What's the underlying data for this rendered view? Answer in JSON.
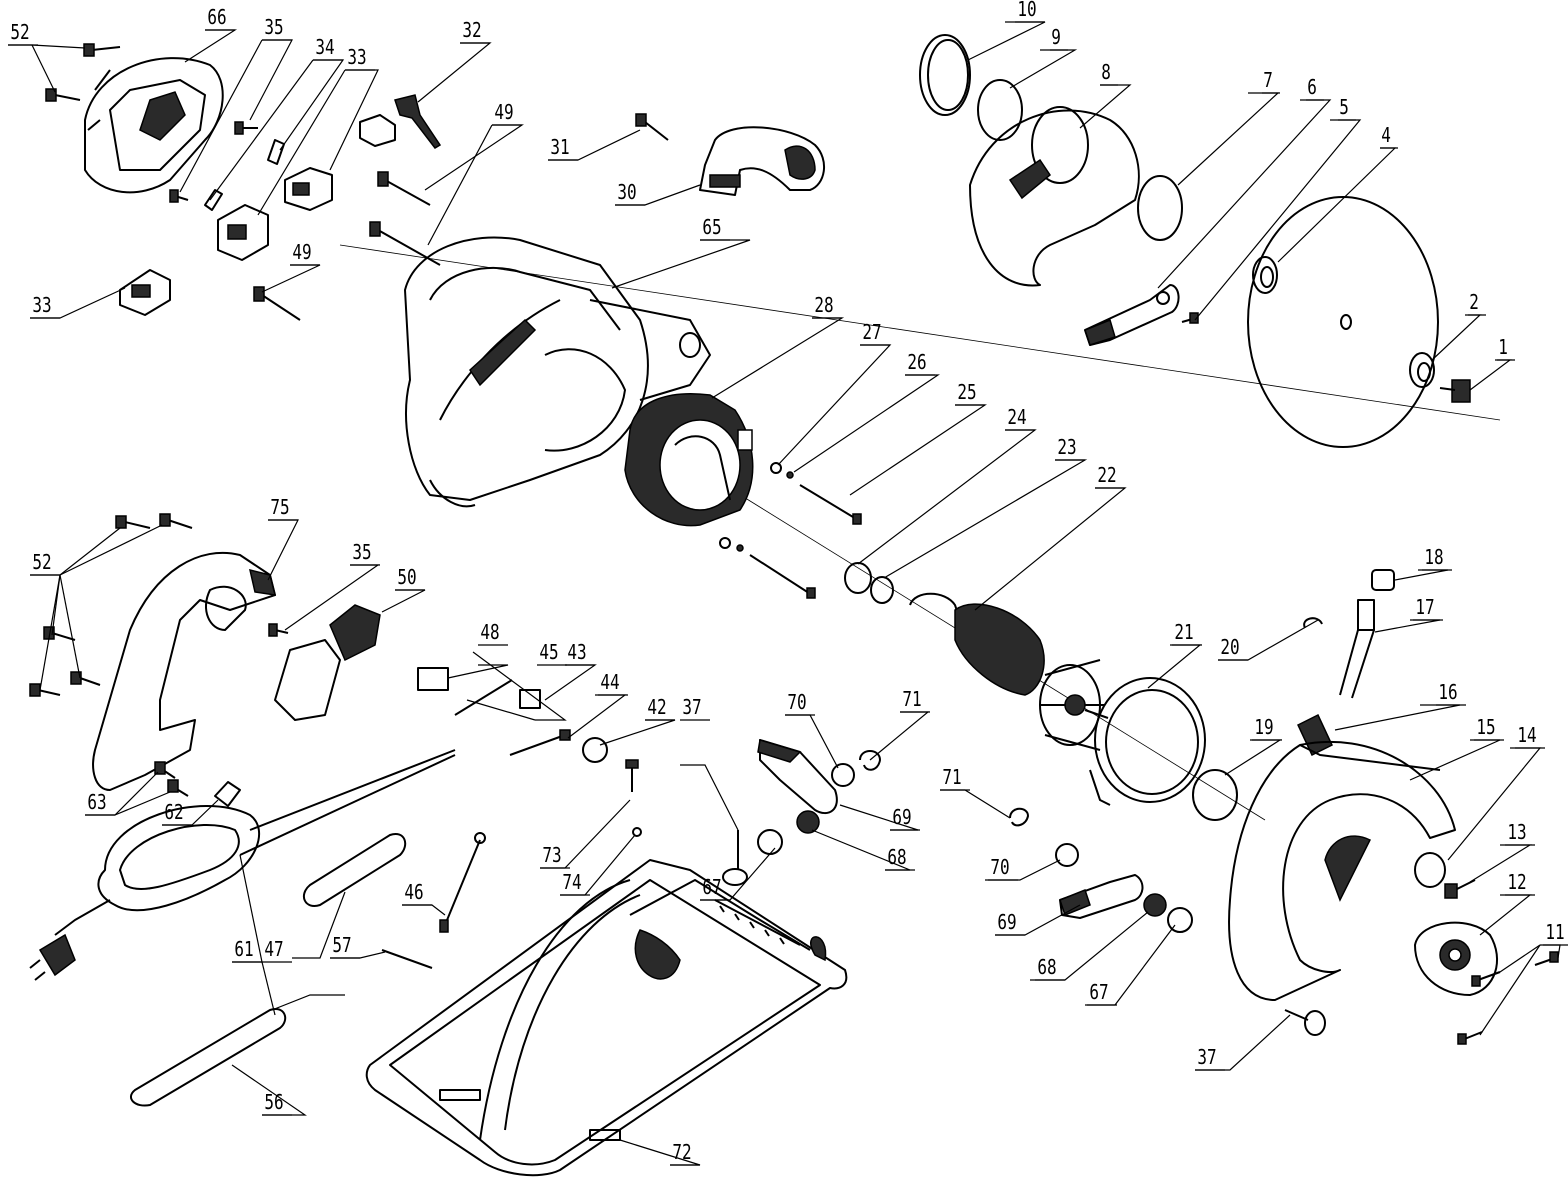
{
  "diagram": {
    "part_numbers": [
      "1",
      "2",
      "4",
      "5",
      "6",
      "7",
      "8",
      "9",
      "10",
      "11",
      "12",
      "13",
      "14",
      "15",
      "16",
      "17",
      "18",
      "19",
      "20",
      "21",
      "22",
      "23",
      "24",
      "25",
      "26",
      "27",
      "28",
      "30",
      "31",
      "32",
      "33",
      "34",
      "35",
      "37",
      "42",
      "43",
      "44",
      "45",
      "46",
      "47",
      "48",
      "49",
      "50",
      "52",
      "56",
      "57",
      "61",
      "62",
      "63",
      "65",
      "66",
      "67",
      "68",
      "69",
      "70",
      "71",
      "72",
      "73",
      "74",
      "75"
    ]
  }
}
